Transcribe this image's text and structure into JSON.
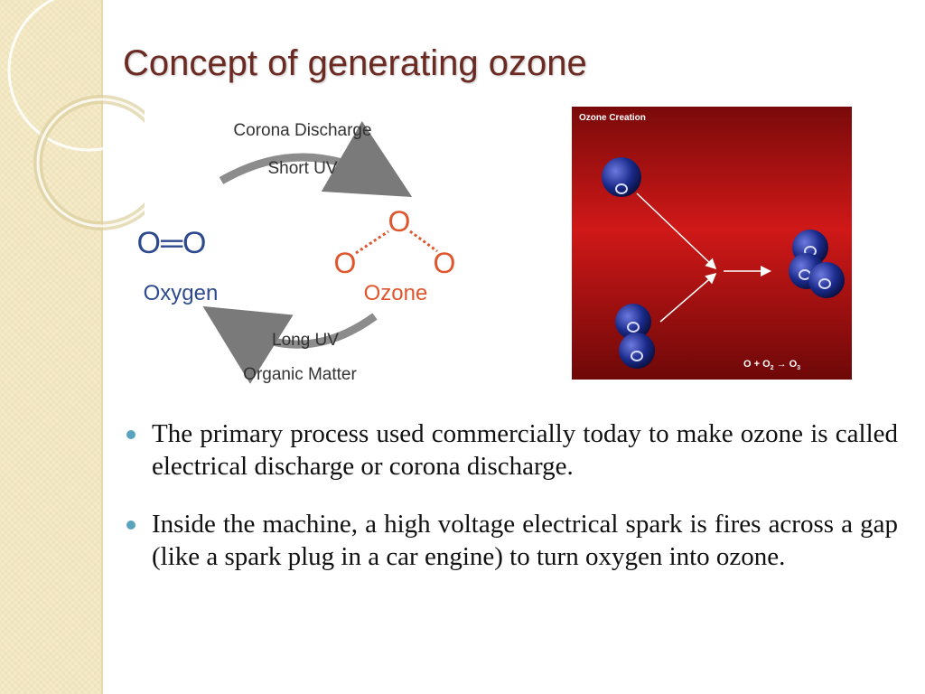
{
  "slide": {
    "title": "Concept of generating ozone"
  },
  "cycle_diagram": {
    "top_label_1": "Corona Discharge",
    "top_label_2": "Short UV",
    "left_formula": "O═O",
    "left_label": "Oxygen",
    "ozone_top_o": "O",
    "ozone_left_o": "O",
    "ozone_right_o": "O",
    "right_label": "Ozone",
    "bottom_label_1": "Long UV",
    "bottom_label_2": "Organic Matter",
    "accent_color": "#2e4a8f",
    "ozone_color": "#e0562c"
  },
  "ozone_creation": {
    "caption": "Ozone Creation",
    "equation": "O + O",
    "equation_sub_2": "2",
    "equation_arrow": "→",
    "equation_o3": "O",
    "equation_sub_3": "3",
    "background_color": "#b01010",
    "atom_color": "#1a2a8a"
  },
  "bullets": [
    {
      "text": "The primary process used commercially today to make ozone is called electrical discharge or corona discharge."
    },
    {
      "text": "Inside the machine, a high voltage electrical spark is fires across a gap (like a spark plug in a car engine) to turn oxygen into ozone."
    }
  ],
  "colors": {
    "title": "#6b2a22",
    "bullet_marker": "#5aa3bf",
    "side_band": "#f6ebc6"
  }
}
